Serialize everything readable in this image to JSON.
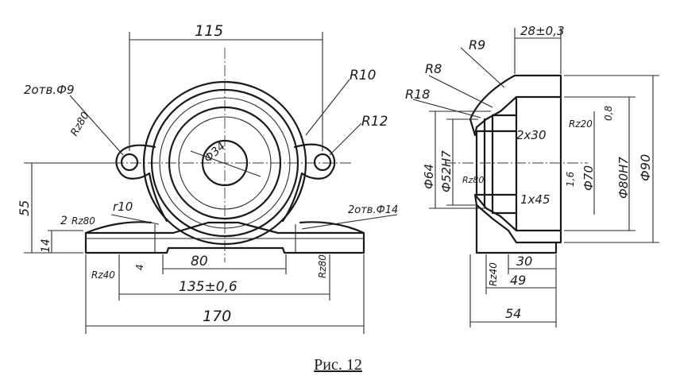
{
  "caption": "Рис. 12",
  "front_view": {
    "dim_width_top": "115",
    "hole_label": "2отв.Ф9",
    "rough_hole": "Rz80",
    "radius_10": "R10",
    "radius_12": "R12",
    "bore": "Ф34",
    "height_55": "55",
    "height_14": "14",
    "dim_2": "2",
    "rough_base_side": "Rz80",
    "radius_r10_small": "r10",
    "holes_14": "2отв.Ф14",
    "dim_80": "80",
    "dim_4": "4",
    "dim_135": "135±0,6",
    "dim_170": "170",
    "rough_bottom": "Rz40",
    "rough_right": "Rz80"
  },
  "section_view": {
    "dim_28": "28±0,3",
    "radius_9": "R9",
    "radius_8": "R8",
    "radius_18": "R18",
    "chamfer_2x30": "2x30",
    "chamfer_1x45": "1x45",
    "rough_20": "Rz20",
    "rough_0_8": "0,8",
    "rough_1_6": "1,6",
    "rough_left": "Rz80",
    "rough_r40": "Rz40",
    "dia_64": "Ф64",
    "dia_52": "Ф52H7",
    "dia_70": "Ф70",
    "dia_80": "Ф80H7",
    "dia_90": "Ф90",
    "dim_30": "30",
    "dim_49": "49",
    "dim_54": "54",
    "rough_bottom": "Rz40"
  }
}
